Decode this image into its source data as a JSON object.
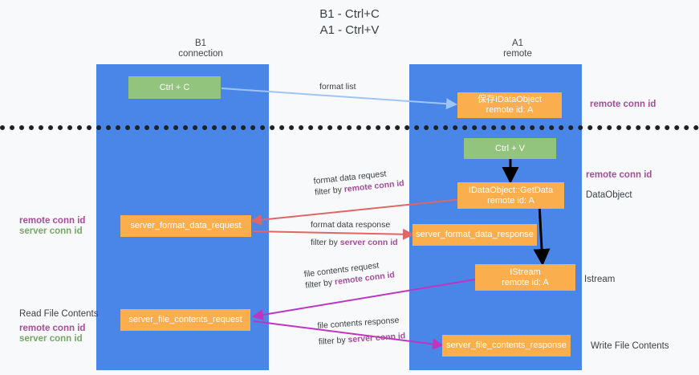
{
  "title": {
    "line1": "B1 - Ctrl+C",
    "line2": "A1 - Ctrl+V"
  },
  "lanes": [
    {
      "id": "b1",
      "name": "B1",
      "sub": "connection"
    },
    {
      "id": "a1",
      "name": "A1",
      "sub": "remote"
    }
  ],
  "nodes": {
    "ctrl_c": "Ctrl + C",
    "ctrl_v": "Ctrl + V",
    "save_idataobject_l1": "保存IDataObject",
    "save_idataobject_l2": "remote id: A",
    "getdata_l1": "IDataObject::GetData",
    "getdata_l2": "remote id: A",
    "istream_l1": "IStream",
    "istream_l2": "remote id: A",
    "server_format_data_request": "server_format_data_request",
    "server_format_data_response": "server_format_data_response",
    "server_file_contents_request": "server_file_contents_request",
    "server_file_contents_response": "server_file_contents_response"
  },
  "edges": {
    "format_list": "format list",
    "format_data_request": "format data request",
    "format_data_request_filter_prefix": "filter by ",
    "format_data_request_filter_key": "remote conn id",
    "format_data_response": "format data response",
    "format_data_response_filter_prefix": "filter by ",
    "format_data_response_filter_key": "server conn id",
    "file_contents_request": "file contents request",
    "file_contents_request_filter_prefix": "filter by ",
    "file_contents_request_filter_key": "remote conn id",
    "file_contents_response": "file contents response",
    "file_contents_response_filter_prefix": "filter by ",
    "file_contents_response_filter_key": "server conn id"
  },
  "annotations": {
    "right_top_remote_conn_id": "remote conn id",
    "right_mid_remote_conn_id": "remote conn id",
    "right_dataobject": "DataObject",
    "right_istream": "Istream",
    "right_write_file_contents": "Write File Contents",
    "left_remote_conn_id_1": "remote conn id",
    "left_server_conn_id_1": "server conn id",
    "left_read_file_contents": "Read File Contents",
    "left_remote_conn_id_2": "remote conn id",
    "left_server_conn_id_2": "server conn id"
  },
  "colors": {
    "lane": "#4a86e8",
    "green_node": "#93c47d",
    "orange_node": "#fbae4d",
    "purple_text": "#a64d9a",
    "green_text": "#76a763",
    "background": "#f8f9fa",
    "divider": "#202124",
    "arrow_blue": "#9fc5f8",
    "arrow_red": "#e06666",
    "arrow_magenta": "#c034c0",
    "arrow_black": "#000000"
  }
}
